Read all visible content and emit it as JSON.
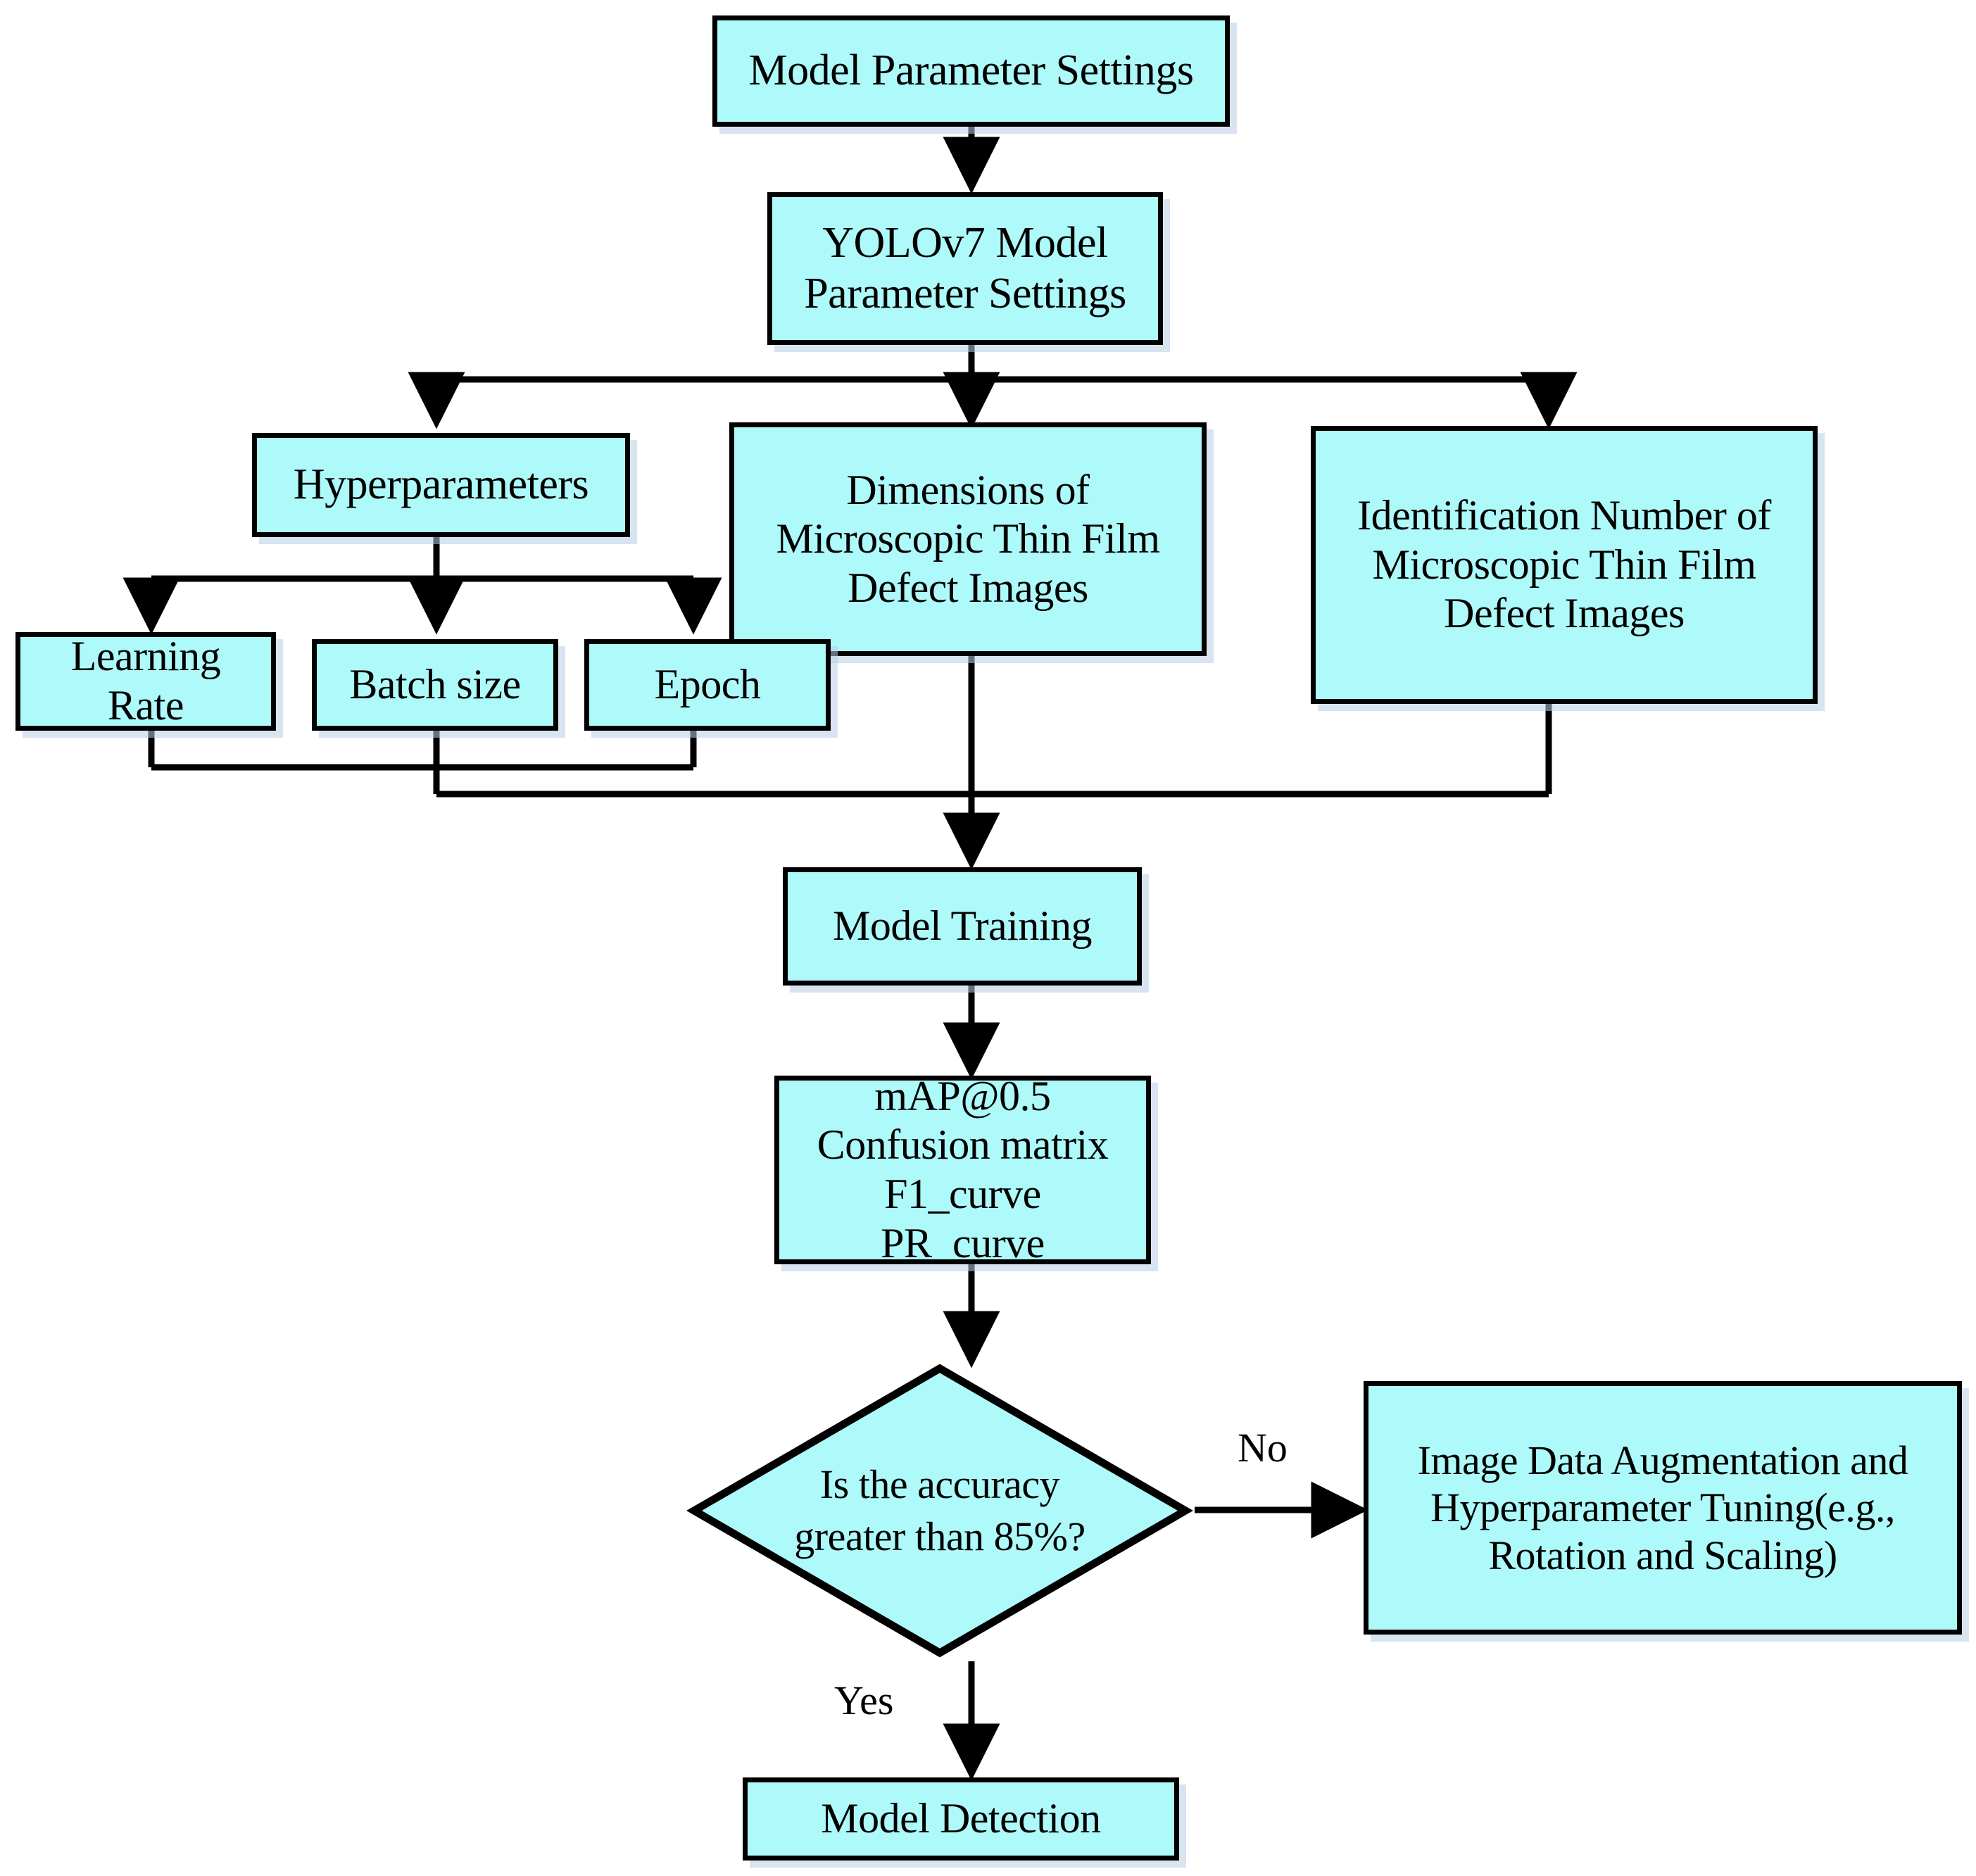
{
  "diagram": {
    "type": "flowchart",
    "title": "Model Parameter Settings Workflow",
    "colors": {
      "node_fill": "#AEF9F9",
      "node_border": "#000000",
      "edge": "#000000",
      "background": "#FFFFFF",
      "shadow": "#B9CDE6"
    },
    "nodes": {
      "model_parameter_settings": "Model Parameter Settings",
      "yolov7_model_parameter_settings": "YOLOv7 Model\nParameter Settings",
      "hyperparameters": "Hyperparameters",
      "dimensions_images": "Dimensions of\nMicroscopic Thin Film\nDefect Images",
      "identification_number_images": "Identification Number of\nMicroscopic Thin Film\nDefect Images",
      "learning_rate": "Learning\nRate",
      "batch_size": "Batch size",
      "epoch": "Epoch",
      "model_training": "Model Training",
      "metrics": "mAP@0.5\nConfusion matrix\nF1_curve\nPR_curve",
      "decision": "Is the accuracy\ngreater than 85%?",
      "augmentation_tuning": "Image Data Augmentation and\nHyperparameter Tuning(e.g.,\nRotation and Scaling)",
      "model_detection": "Model Detection"
    },
    "edge_labels": {
      "no": "No",
      "yes": "Yes"
    }
  }
}
